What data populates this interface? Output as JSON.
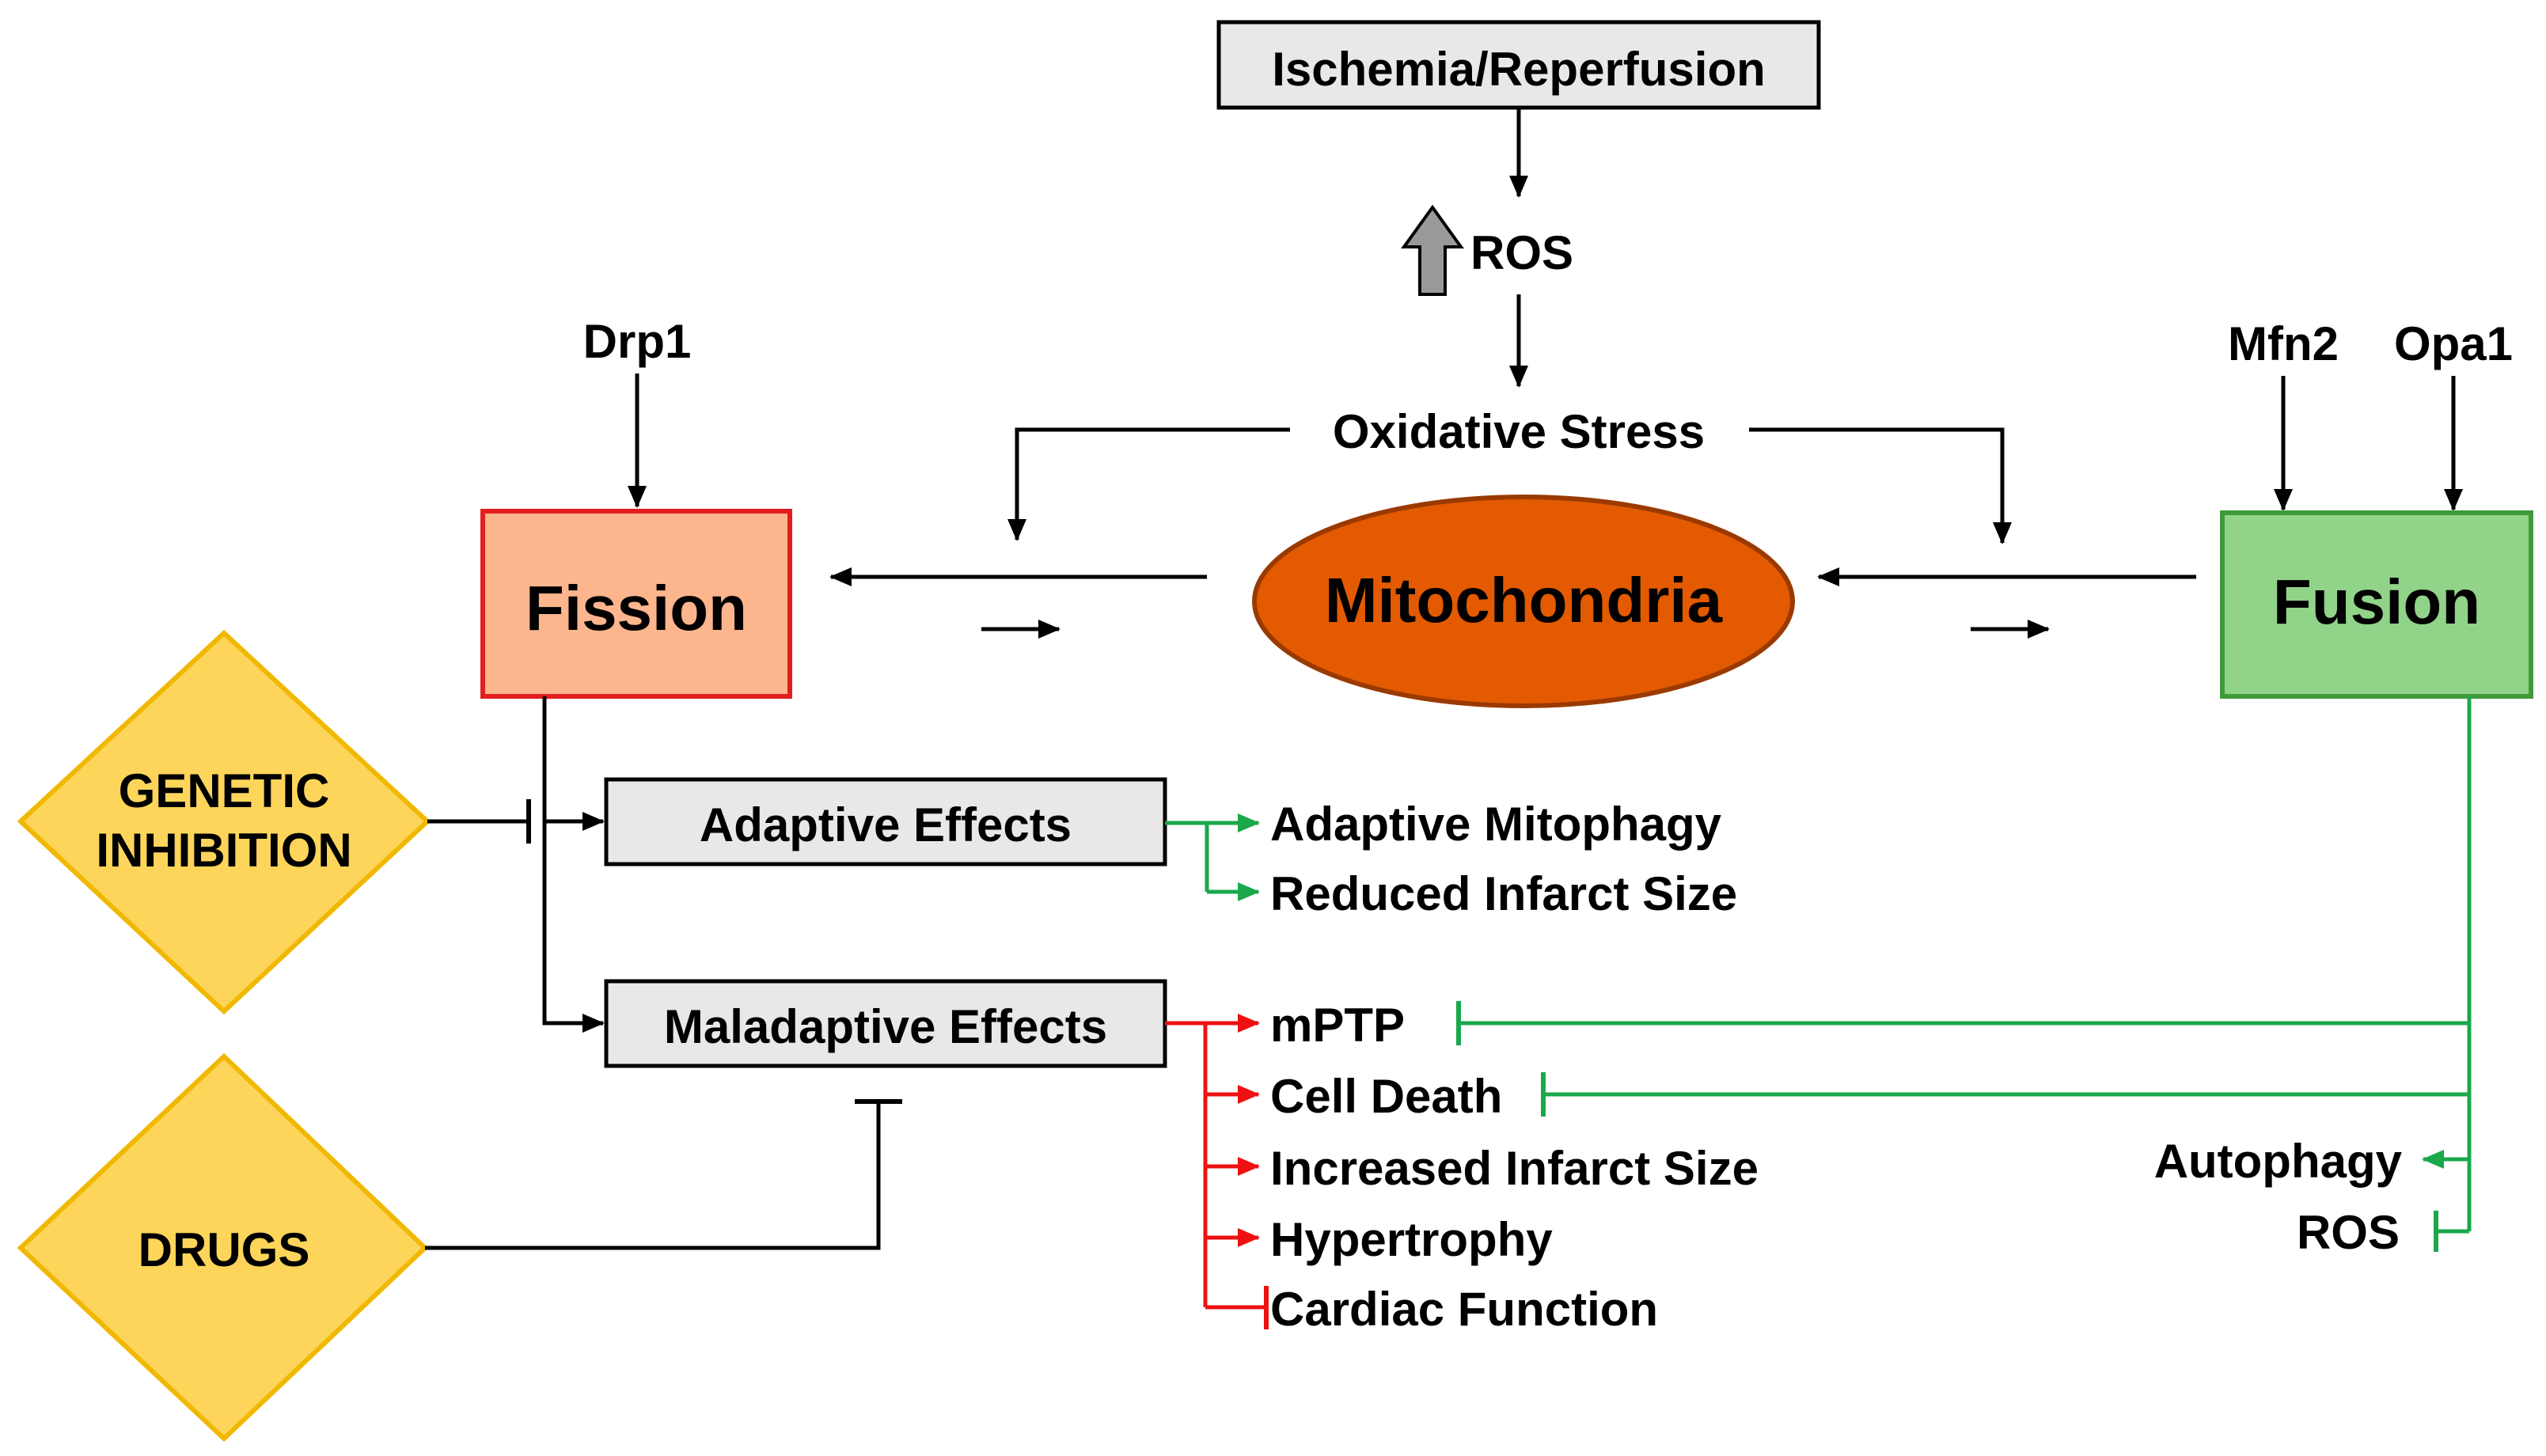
{
  "title": "",
  "colors": {
    "black": "#000000",
    "green": "#1aa84b",
    "red": "#ee1111",
    "fission_fill": "#fcb58d",
    "fission_border": "#e31e1e",
    "fusion_fill": "#92d38a",
    "fusion_border": "#3f9b3a",
    "mito_fill": "#e35a00",
    "mito_border": "#9a3a00",
    "grey_box": "#e8e8e8",
    "diamond_fill": "#fdd55a",
    "diamond_border": "#f0b800",
    "up_arrow": "#999999"
  },
  "nodes": {
    "ischemia": "Ischemia/Reperfusion",
    "ros_top": "ROS",
    "oxidative_stress": "Oxidative Stress",
    "drp1": "Drp1",
    "mfn2": "Mfn2",
    "opa1": "Opa1",
    "fission": "Fission",
    "mitochondria": "Mitochondria",
    "fusion": "Fusion",
    "genetic_line1": "GENETIC",
    "genetic_line2": "INHIBITION",
    "drugs": "DRUGS",
    "adaptive_effects": "Adaptive Effects",
    "maladaptive_effects": "Maladaptive Effects"
  },
  "adaptive_outcomes": [
    "Adaptive Mitophagy",
    "Reduced Infarct Size"
  ],
  "maladaptive_outcomes": [
    "mPTP",
    "Cell Death",
    "Increased Infarct Size",
    "Hypertrophy",
    "Cardiac Function"
  ],
  "fusion_outcomes": [
    "Autophagy",
    "ROS"
  ]
}
